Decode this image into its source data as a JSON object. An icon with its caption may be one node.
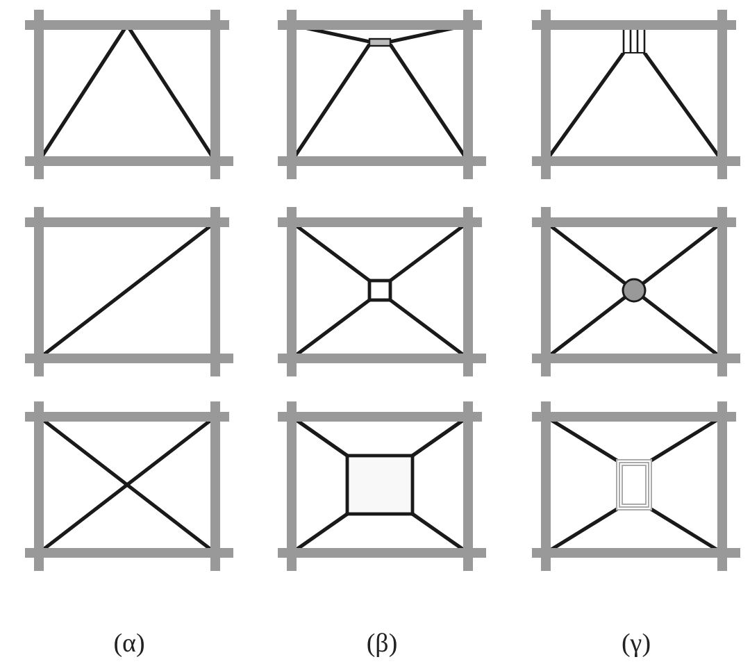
{
  "diagram": {
    "labels": [
      "(α)",
      "(β)",
      "(γ)"
    ]
  }
}
